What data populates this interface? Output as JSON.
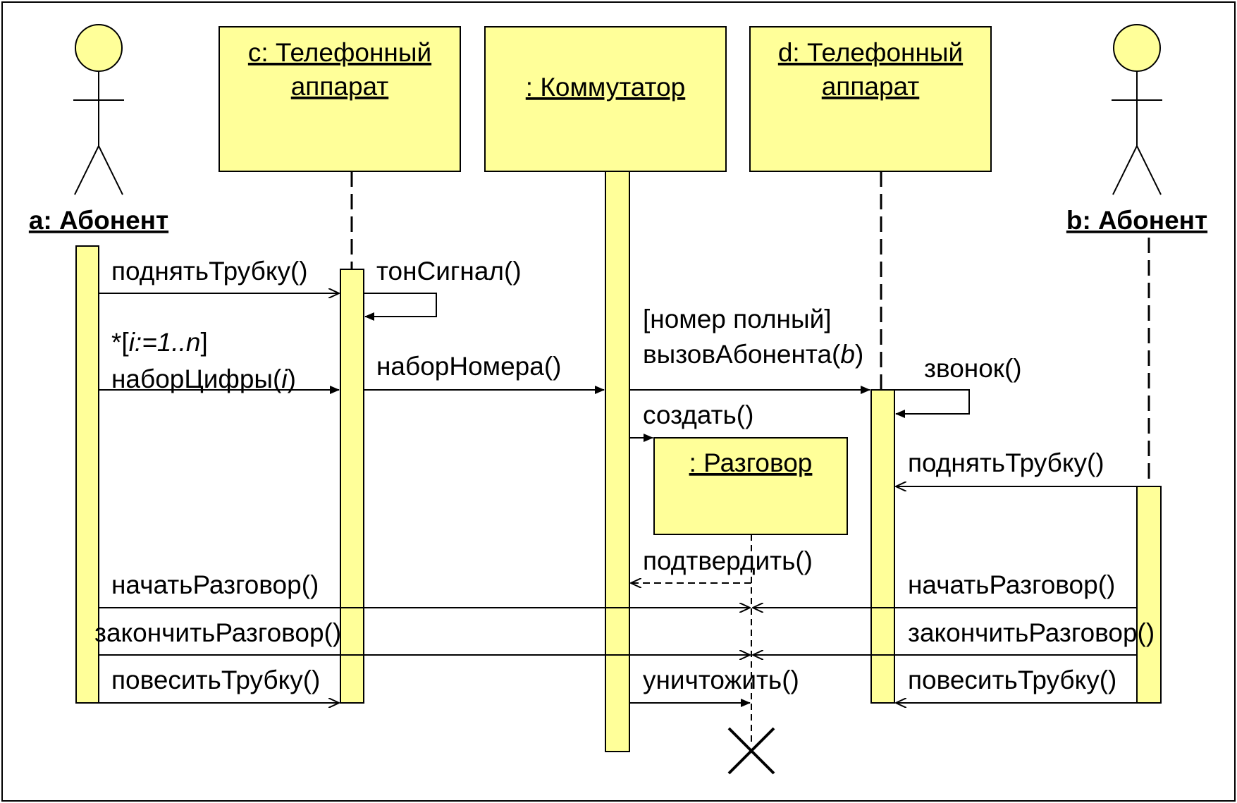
{
  "actors": {
    "a": "a: Абонент",
    "b": "b: Абонент"
  },
  "objects": {
    "phone_c": [
      "c: Телефонный",
      "аппарат"
    ],
    "switch": ": Коммутатор",
    "phone_d": [
      "d: Телефонный",
      "аппарат"
    ],
    "conversation": ": Разговор"
  },
  "messages": {
    "lift_a": "поднятьТрубку()",
    "dial_tone": "тонСигнал()",
    "loop_guard_prefix": "*[",
    "loop_guard_var": "i:=1..n",
    "loop_guard_suffix": "]",
    "dial_digit_name": "наборЦифры(",
    "dial_digit_arg": "i",
    "dial_digit_close": ")",
    "dial_number": "наборНомера()",
    "guard_full": "[номер полный]",
    "call_sub_name": "вызовАбонента(",
    "call_sub_arg": "b",
    "call_sub_close": ")",
    "ring": "звонок()",
    "create": "создать()",
    "lift_b": "поднятьТрубку()",
    "confirm": "подтвердить()",
    "start_a": "начатьРазговор()",
    "start_b": "начатьРазговор()",
    "end_a": "закончитьРазговор()",
    "end_b": "закончитьРазговор()",
    "hang_a": "повеситьТрубку()",
    "destroy": "уничтожить()",
    "hang_b": "повеситьТрубку()"
  },
  "colors": {
    "fill": "#ffff99",
    "line": "#000000"
  }
}
